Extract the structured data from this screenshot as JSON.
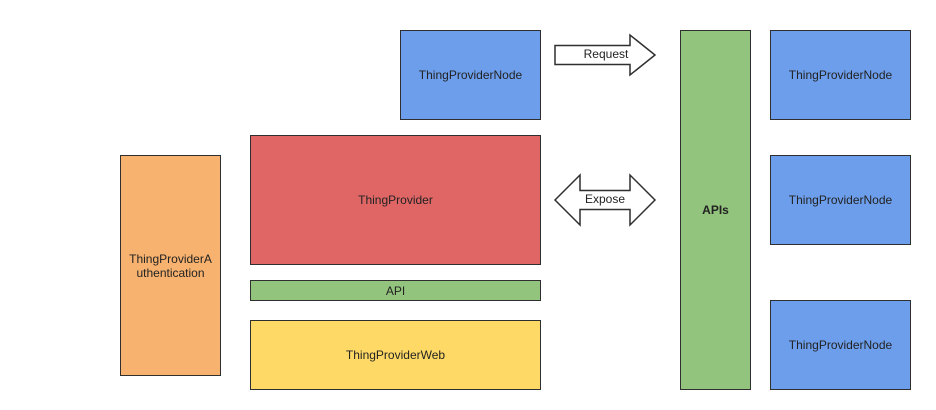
{
  "boxes": {
    "auth": {
      "label": "ThingProviderA uthentication",
      "color": "#f7b26f"
    },
    "provider": {
      "label": "ThingProvider",
      "color": "#e06666"
    },
    "api": {
      "label": "API",
      "color": "#93c47d"
    },
    "web": {
      "label": "ThingProviderWeb",
      "color": "#ffd966"
    },
    "node_top": {
      "label": "ThingProviderNode",
      "color": "#6d9eeb"
    },
    "apis": {
      "label": "APIs",
      "color": "#93c47d"
    },
    "node_right_1": {
      "label": "ThingProviderNode",
      "color": "#6d9eeb"
    },
    "node_right_2": {
      "label": "ThingProviderNode",
      "color": "#6d9eeb"
    },
    "node_right_3": {
      "label": "ThingProviderNode",
      "color": "#6d9eeb"
    }
  },
  "arrows": {
    "request": {
      "label": "Request"
    },
    "expose": {
      "label": "Expose"
    }
  }
}
